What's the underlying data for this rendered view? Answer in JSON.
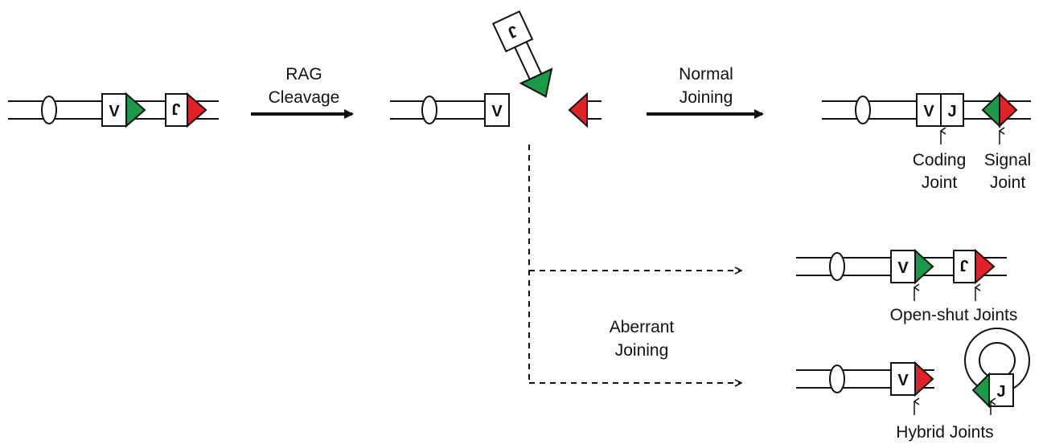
{
  "colors": {
    "rss_12": "#1a9a48",
    "rss_23": "#e2222a",
    "line": "#111111"
  },
  "segments": {
    "v": "V",
    "j": "J"
  },
  "steps": {
    "rag": {
      "line1": "RAG",
      "line2": "Cleavage"
    },
    "normal": {
      "line1": "Normal",
      "line2": "Joining"
    },
    "aberrant": {
      "line1": "Aberrant",
      "line2": "Joining"
    }
  },
  "products": {
    "coding": {
      "line1": "Coding",
      "line2": "Joint"
    },
    "signal": {
      "line1": "Signal",
      "line2": "Joint"
    },
    "open_shut": "Open-shut Joints",
    "hybrid": "Hybrid Joints"
  }
}
